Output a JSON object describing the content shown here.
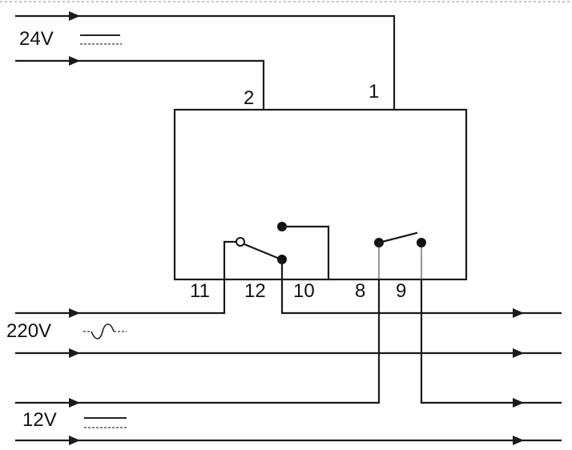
{
  "supplies": {
    "dc24": "24V",
    "ac220": "220V",
    "dc12": "12V"
  },
  "pins": {
    "p1": "1",
    "p2": "2",
    "p8": "8",
    "p9": "9",
    "p10": "10",
    "p11": "11",
    "p12": "12"
  }
}
